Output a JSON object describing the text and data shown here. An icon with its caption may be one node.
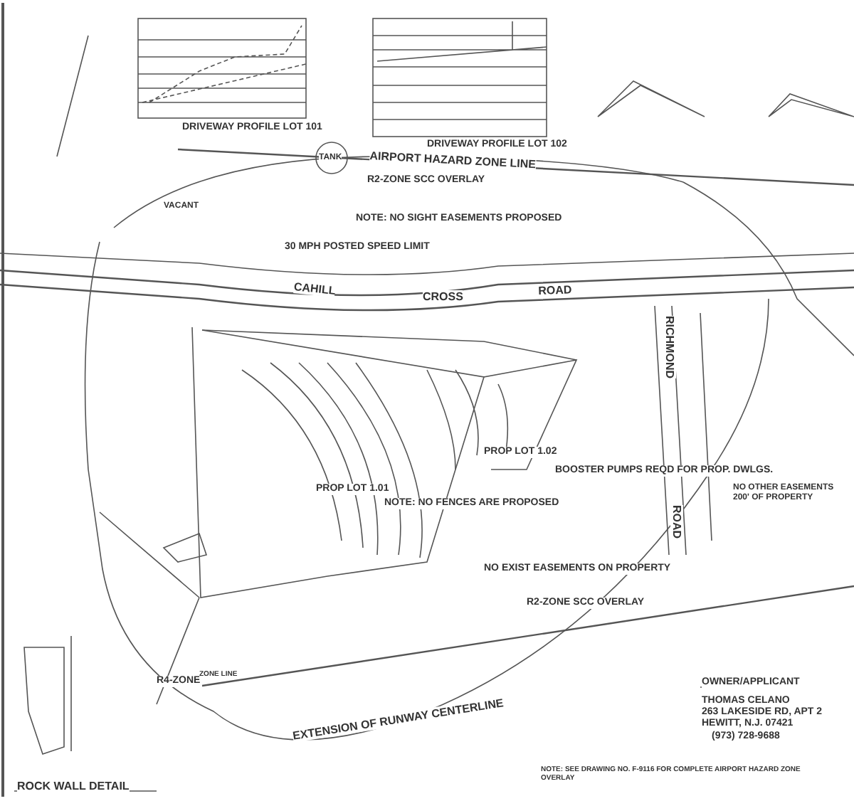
{
  "diagram": {
    "labels": [
      "DRIVEWAY PROFILE LOT 101",
      "DRIVEWAY PROFILE LOT 102",
      "TANK",
      "AIRPORT HAZARD ZONE LINE",
      "R2-ZONE SCC OVERLAY",
      "NOTE: NO SIGHT EASEMENTS PROPOSED",
      "VACANT",
      "30 MPH POSTED SPEED LIMIT",
      "CAHILL",
      "CROSS",
      "ROAD",
      "RICHMOND",
      "PROP LOT 1.02",
      "BOOSTER PUMPS REQD FOR PROP. DWLGS.",
      "NO OTHER EASEMENTS 200' OF PROPERTY",
      "ROAD",
      "PROP LOT 1.01",
      "NOTE: NO FENCES ARE PROPOSED",
      "NO EXIST EASEMENTS ON PROPERTY",
      "R2-ZONE SCC OVERLAY",
      "R4-ZONE",
      "ZONE LINE",
      "EXTENSION OF RUNWAY CENTERLINE",
      "OWNER/APPLICANT",
      "THOMAS CELANO",
      "263 LAKESIDE RD, APT 2",
      "HEWITT, N.J. 07421",
      "(973) 728-9688",
      "ROCK WALL DETAIL",
      "NOTE: SEE DRAWING NO. F-9116 FOR COMPLETE AIRPORT HAZARD ZONE OVERLAY"
    ]
  }
}
